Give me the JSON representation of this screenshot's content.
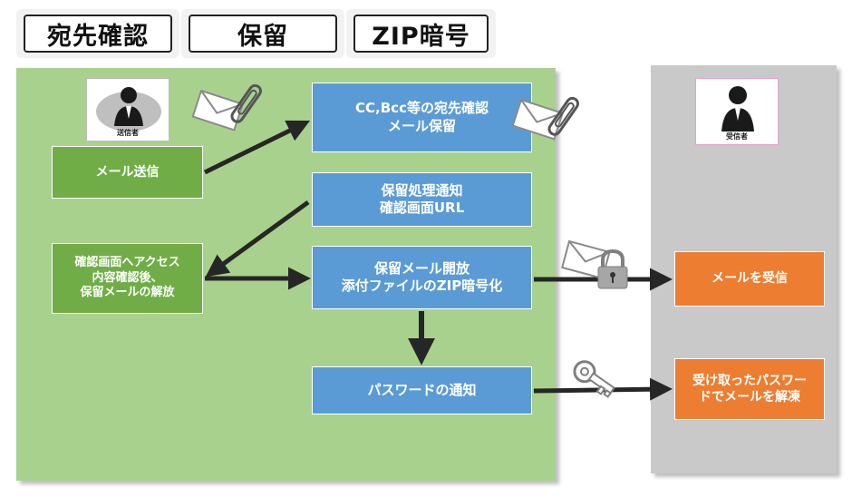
{
  "tabs": [
    {
      "label": "宛先確認"
    },
    {
      "label": "保留"
    },
    {
      "label": "ZIP暗号"
    }
  ],
  "sender": {
    "label": "送信者"
  },
  "receiver": {
    "label": "受信者"
  },
  "steps": {
    "send": "メール送信",
    "confirm_hold": "CC,Bcc等の宛先確認\nメール保留",
    "notify": "保留処理通知\n確認画面URL",
    "access": "確認画面へアクセス\n内容確認後、\n保留メールの解放",
    "release": "保留メール開放\n添付ファイルのZIP暗号化",
    "password": "パスワードの通知",
    "receive": "メールを受信",
    "decrypt": "受け取ったパスワー\nドでメールを解凍"
  },
  "colors": {
    "sender_panel": "#a9d18e",
    "receiver_panel": "#c9c9c9",
    "green_box": "#70ad47",
    "blue_box": "#5b9bd5",
    "orange_box": "#ed7d31",
    "arrow": "#262626"
  },
  "icons": [
    "envelope-clip-icon",
    "envelope-lock-icon",
    "key-icon",
    "person-icon"
  ]
}
